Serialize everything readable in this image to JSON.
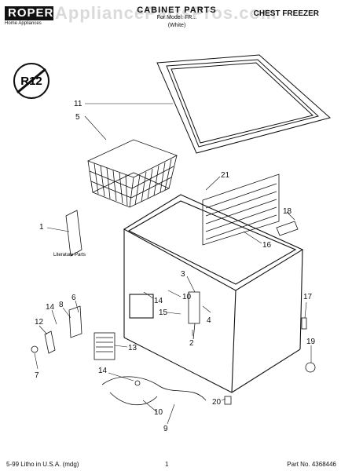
{
  "header": {
    "brand": "ROPER",
    "brand_sub": "Home Appliances",
    "title": "CABINET PARTS",
    "model": "For Model: FR...",
    "color": "(White)",
    "category": "CHEST FREEZER",
    "watermark": "AppliancePartsPros.com"
  },
  "logo_text": "R12",
  "callouts": [
    "11",
    "5",
    "21",
    "18",
    "1",
    "16",
    "3",
    "10",
    "14",
    "6",
    "8",
    "14",
    "15",
    "4",
    "17",
    "12",
    "2",
    "13",
    "19",
    "7",
    "14",
    "20",
    "10",
    "9"
  ],
  "literature_label": "Literature Parts",
  "footer": {
    "left": "5-99 Litho in U.S.A. (mdg)",
    "page": "1",
    "right": "Part No. 4368446"
  }
}
